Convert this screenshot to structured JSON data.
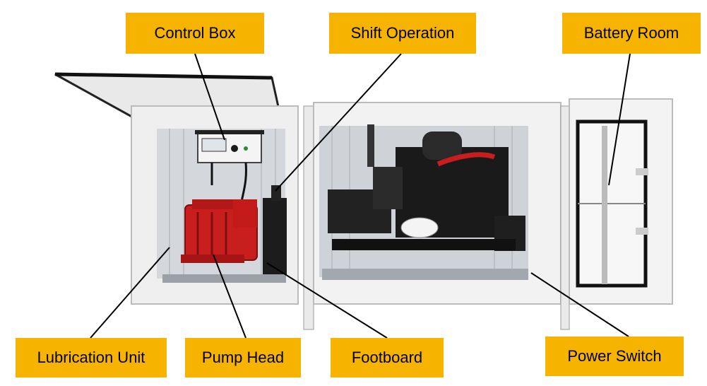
{
  "labels": {
    "control_box": "Control Box",
    "shift_operation": "Shift Operation",
    "battery_room": "Battery Room",
    "lubrication_unit": "Lubrication Unit",
    "pump_head": "Pump Head",
    "footboard": "Footboard",
    "power_switch": "Power Switch"
  },
  "colors": {
    "label_background": "#f6b400",
    "container_body": "#f2f2f2",
    "pump": "#c81e1e",
    "engine": "#1a1a1a",
    "leader_line": "#000000"
  }
}
